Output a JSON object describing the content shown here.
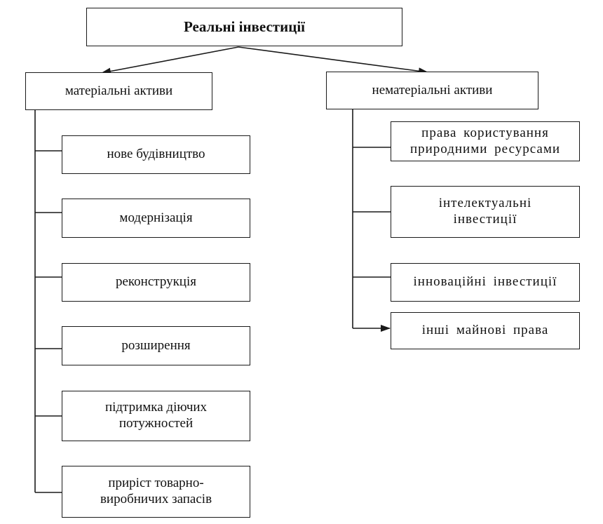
{
  "root": {
    "label": "Реальні інвестиції"
  },
  "left": {
    "label": "матеріальні активи",
    "items": [
      {
        "line1": "нове будівництво",
        "line2": ""
      },
      {
        "line1": "модернізація",
        "line2": ""
      },
      {
        "line1": "реконструкція",
        "line2": ""
      },
      {
        "line1": "розширення",
        "line2": ""
      },
      {
        "line1": "підтримка діючих",
        "line2": "потужностей"
      },
      {
        "line1": "приріст товарно-",
        "line2": "виробничих запасів"
      }
    ]
  },
  "right": {
    "label": "нематеріальні активи",
    "items": [
      {
        "line1": "права користування",
        "line2": "природними ресурсами"
      },
      {
        "line1": "інтелектуальні",
        "line2": "інвестиції"
      },
      {
        "line1": "інноваційні інвестиції",
        "line2": ""
      },
      {
        "line1": "інші майнові права",
        "line2": ""
      }
    ]
  }
}
